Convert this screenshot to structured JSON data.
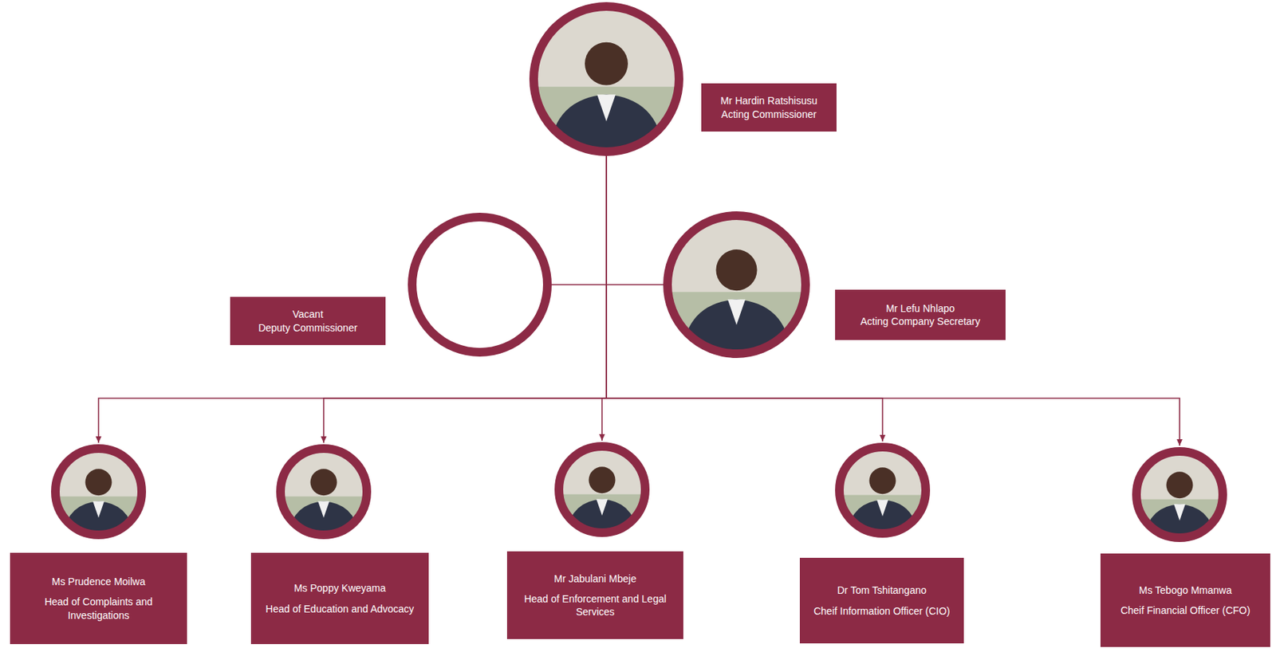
{
  "diagram": {
    "nodes": [
      {
        "text": [
          "Mr Hardin Ratshisusu",
          "Acting Commissioner"
        ]
      },
      {
        "text": [
          "Vacant",
          "Deputy Commissioner"
        ]
      },
      {
        "text": [
          "Mr Lefu Nhlapo",
          "Acting Company Secretary"
        ]
      },
      {
        "text": [
          "Ms Prudence Moilwa",
          "Head of Complaints and Investigations"
        ]
      },
      {
        "text": [
          "Ms Poppy Kweyama",
          "Head of Education and Advocacy"
        ]
      },
      {
        "text": [
          "Mr Jabulani Mbeje",
          "Head of Enforcement and Legal Services"
        ]
      },
      {
        "text": [
          "Dr Tom Tshitangano",
          "Cheif Information Officer (CIO)"
        ]
      },
      {
        "text": [
          "Ms Tebogo Mmanwa",
          "Cheif Financial Officer (CFO)"
        ]
      }
    ],
    "edges": [
      {
        "from": 0,
        "to": 1,
        "arrow": "none"
      },
      {
        "from": 0,
        "to": 2,
        "arrow": "none"
      },
      {
        "from": 0,
        "to": 3,
        "arrow": "to"
      },
      {
        "from": 0,
        "to": 4,
        "arrow": "to"
      },
      {
        "from": 0,
        "to": 5,
        "arrow": "to"
      },
      {
        "from": 0,
        "to": 6,
        "arrow": "to"
      },
      {
        "from": 0,
        "to": 7,
        "arrow": "to"
      }
    ]
  }
}
